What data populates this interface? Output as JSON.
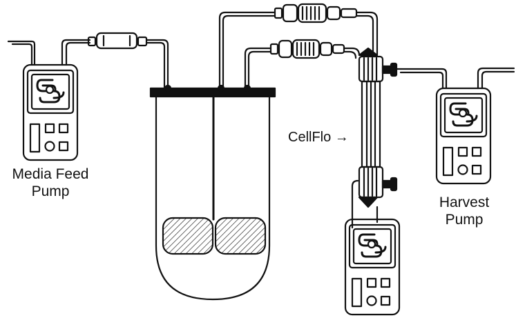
{
  "labels": {
    "media_feed_pump": [
      "Media Feed",
      "Pump"
    ],
    "harvest_pump": [
      "Harvest",
      "Pump"
    ],
    "cellflo": "CellFlo →"
  },
  "components": {
    "media_pump": "peristaltic-pump",
    "recirculation_pump": "peristaltic-pump",
    "harvest_pump": "peristaltic-pump",
    "bioreactor": "stirred-vessel",
    "hollow_fiber_module": "cellflo-cartridge",
    "inline_filters": 3
  },
  "colors": {
    "stroke": "#111111",
    "background": "#ffffff"
  }
}
